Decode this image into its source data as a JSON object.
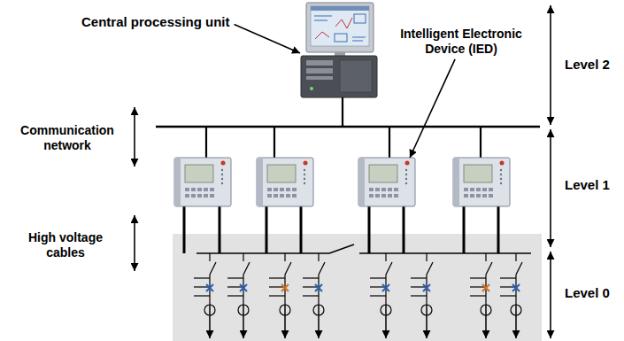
{
  "diagram": {
    "labels": [
      "Central processing unit",
      "Intelligent Electronic Device (IED)",
      "Level 2",
      "Level 1",
      "Level 0",
      "Communication network",
      "High voltage cables"
    ]
  }
}
